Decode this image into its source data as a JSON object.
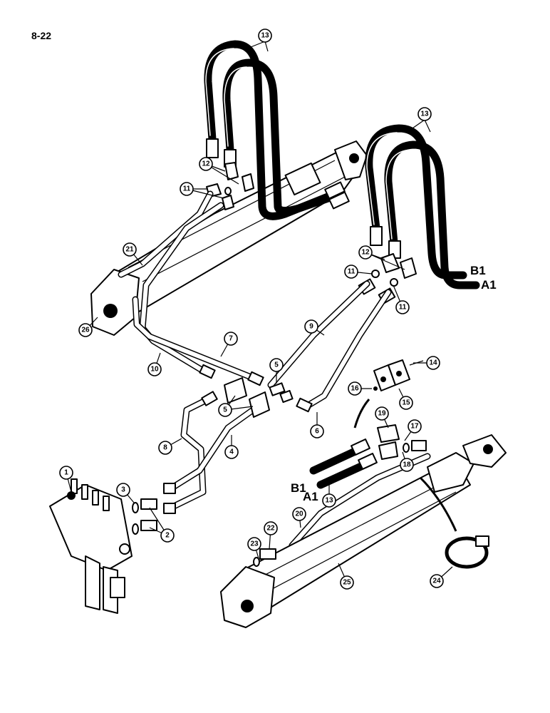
{
  "page_number": "8-22",
  "port_labels": {
    "b1_upper": "B1",
    "a1_upper": "A1",
    "b1_lower": "B1",
    "a1_lower": "A1"
  },
  "callouts": [
    {
      "id": "c13a",
      "label": "13"
    },
    {
      "id": "c13b",
      "label": "13"
    },
    {
      "id": "c12a",
      "label": "12"
    },
    {
      "id": "c11a",
      "label": "11"
    },
    {
      "id": "c21",
      "label": "21"
    },
    {
      "id": "c26",
      "label": "26"
    },
    {
      "id": "c12b",
      "label": "12"
    },
    {
      "id": "c11b",
      "label": "11"
    },
    {
      "id": "c11c",
      "label": "11"
    },
    {
      "id": "c9",
      "label": "9"
    },
    {
      "id": "c7",
      "label": "7"
    },
    {
      "id": "c10",
      "label": "10"
    },
    {
      "id": "c5a",
      "label": "5"
    },
    {
      "id": "c5b",
      "label": "5"
    },
    {
      "id": "c14",
      "label": "14"
    },
    {
      "id": "c16",
      "label": "16"
    },
    {
      "id": "c15",
      "label": "15"
    },
    {
      "id": "c6",
      "label": "6"
    },
    {
      "id": "c8",
      "label": "8"
    },
    {
      "id": "c4",
      "label": "4"
    },
    {
      "id": "c19",
      "label": "19"
    },
    {
      "id": "c17",
      "label": "17"
    },
    {
      "id": "c18",
      "label": "18"
    },
    {
      "id": "c13c",
      "label": "13"
    },
    {
      "id": "c1",
      "label": "1"
    },
    {
      "id": "c3",
      "label": "3"
    },
    {
      "id": "c2",
      "label": "2"
    },
    {
      "id": "c20",
      "label": "20"
    },
    {
      "id": "c23",
      "label": "23"
    },
    {
      "id": "c22",
      "label": "22"
    },
    {
      "id": "c25",
      "label": "25"
    },
    {
      "id": "c24",
      "label": "24"
    }
  ]
}
